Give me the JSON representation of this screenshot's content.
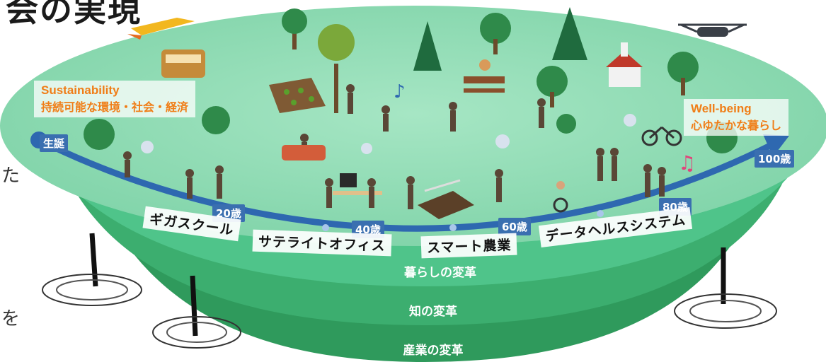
{
  "header": {
    "title": "会の実現"
  },
  "side_text": {
    "left_upper": "た",
    "left_lower": "を"
  },
  "goals": {
    "left": {
      "heading": "Sustainability",
      "sub": "持続可能な環境・社会・経済"
    },
    "right": {
      "heading": "Well-being",
      "sub": "心ゆたかな暮らし"
    }
  },
  "timeline": {
    "start_label": "生誕",
    "end_label": "100歳",
    "ages": [
      "20歳",
      "40歳",
      "60歳",
      "80歳"
    ],
    "stages": [
      "ギガスクール",
      "サテライトオフィス",
      "スマート農業",
      "データヘルスシステム"
    ]
  },
  "layers": [
    "暮らしの変革",
    "知の変革",
    "産業の変革"
  ],
  "colors": {
    "disc_top": "#8fdcb4",
    "layer_1": "#4fc48a",
    "layer_2": "#3cae6f",
    "layer_3": "#2f9a5c",
    "timeline": "#2e68b0",
    "accent_orange": "#f07d16"
  }
}
